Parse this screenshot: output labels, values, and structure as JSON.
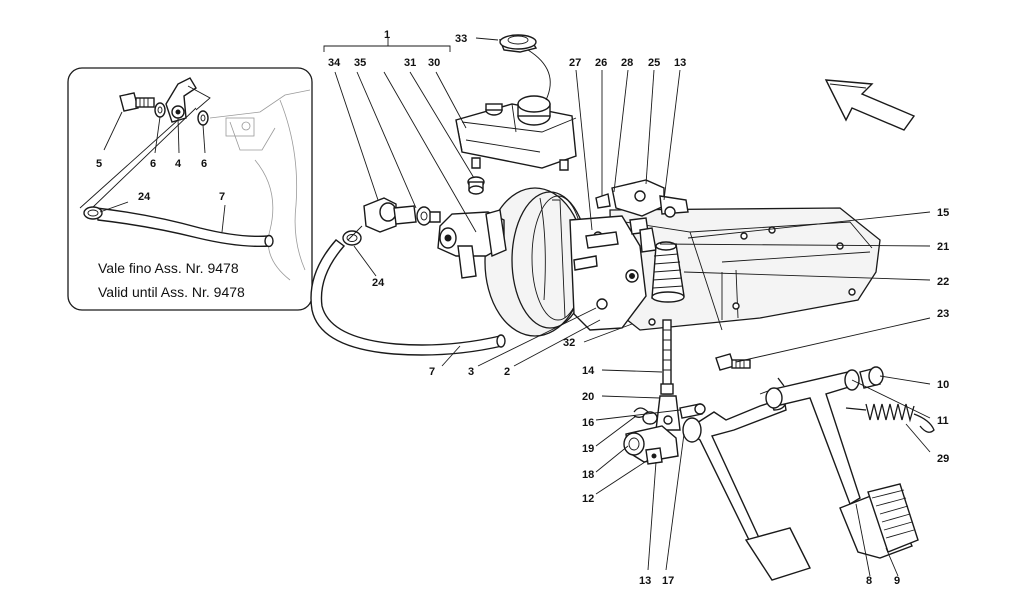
{
  "inset": {
    "note_it": "Vale fino Ass. Nr. 9478",
    "note_en": "Valid until Ass. Nr. 9478"
  },
  "callouts": {
    "c1": "1",
    "c33": "33",
    "c34": "34",
    "c35": "35",
    "c31": "31",
    "c30": "30",
    "c27": "27",
    "c26": "26",
    "c28": "28",
    "c25": "25",
    "c13a": "13",
    "c15": "15",
    "c21": "21",
    "c22": "22",
    "c23": "23",
    "c24": "24",
    "c7": "7",
    "c3": "3",
    "c2": "2",
    "c32": "32",
    "c14": "14",
    "c20": "20",
    "c16": "16",
    "c19": "19",
    "c18": "18",
    "c12": "12",
    "c13b": "13",
    "c17": "17",
    "c8": "8",
    "c9": "9",
    "c10": "10",
    "c11": "11",
    "c29": "29",
    "i5": "5",
    "i6a": "6",
    "i4": "4",
    "i6b": "6",
    "i24": "24",
    "i7": "7"
  }
}
